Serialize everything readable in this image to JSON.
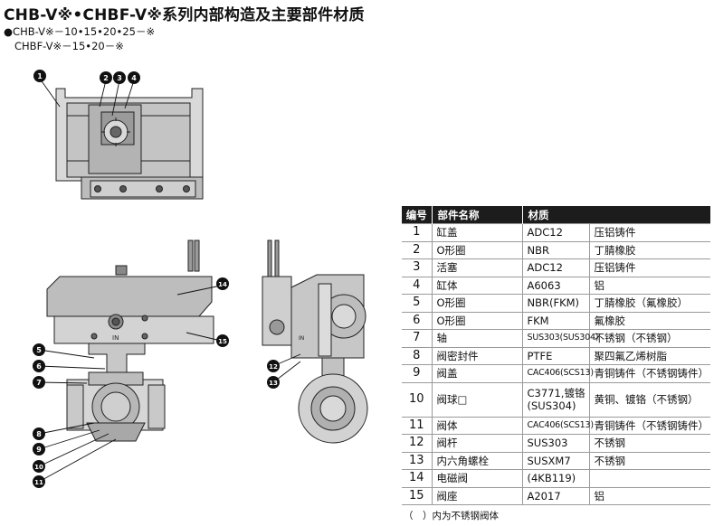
{
  "title": "CHB-V※•CHBF-V※系列内部构造及主要部件材质",
  "models": {
    "line1": "●CHB-V※－10•15•20•25－※",
    "line2": "CHBF-V※－15•20－※"
  },
  "callouts": [
    "1",
    "2",
    "3",
    "4",
    "5",
    "6",
    "7",
    "8",
    "9",
    "10",
    "11",
    "12",
    "13",
    "14",
    "15"
  ],
  "drawing_text": {
    "in_label": "IN",
    "port_label": "IN"
  },
  "table": {
    "headers": {
      "no": "编号",
      "name": "部件名称",
      "material": "材质"
    },
    "rows": [
      {
        "no": "1",
        "name": "缸盖",
        "material": "ADC12",
        "desc": "压铝铸件"
      },
      {
        "no": "2",
        "name": "O形圈",
        "material": "NBR",
        "desc": "丁腈橡胶"
      },
      {
        "no": "3",
        "name": "活塞",
        "material": "ADC12",
        "desc": "压铝铸件"
      },
      {
        "no": "4",
        "name": "缸体",
        "material": "A6063",
        "desc": "铝"
      },
      {
        "no": "5",
        "name": "O形圈",
        "material": "NBR(FKM)",
        "desc": "丁腈橡胶（氟橡胶）"
      },
      {
        "no": "6",
        "name": "O形圈",
        "material": "FKM",
        "desc": "氟橡胶"
      },
      {
        "no": "7",
        "name": "轴",
        "material": "SUS303(SUS304)",
        "desc": "不锈钢（不锈钢）",
        "small": true
      },
      {
        "no": "8",
        "name": "阀密封件",
        "material": "PTFE",
        "desc": "聚四氟乙烯树脂"
      },
      {
        "no": "9",
        "name": "阀盖",
        "material": "CAC406(SCS13)",
        "desc": "青铜铸件（不锈钢铸件）",
        "small": true
      },
      {
        "no": "10",
        "name": "阀球□",
        "material": "C3771,镀铬(SUS304)",
        "desc": "黄铜、镀铬（不锈钢）",
        "tall": true
      },
      {
        "no": "11",
        "name": "阀体",
        "material": "CAC406(SCS13)",
        "desc": "青铜铸件（不锈钢铸件）",
        "small": true
      },
      {
        "no": "12",
        "name": "阀杆",
        "material": "SUS303",
        "desc": "不锈钢"
      },
      {
        "no": "13",
        "name": "内六角螺栓",
        "material": "SUSXM7",
        "desc": "不锈钢"
      },
      {
        "no": "14",
        "name": "电磁阀",
        "material": "(4KB119)",
        "desc": ""
      },
      {
        "no": "15",
        "name": "阀座",
        "material": "A2017",
        "desc": "铝"
      }
    ]
  },
  "note": "（　）内为不锈钢阀体"
}
